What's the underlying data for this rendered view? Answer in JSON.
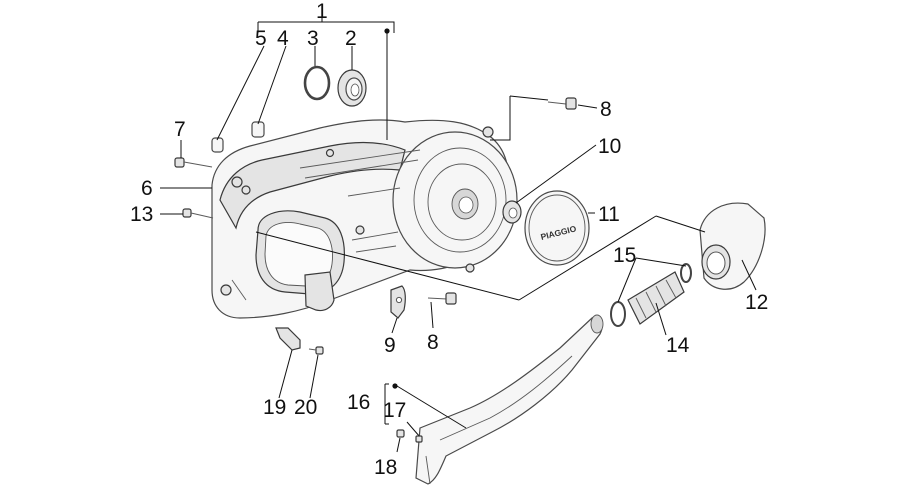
{
  "diagram": {
    "callouts": {
      "c1": "1",
      "c2": "2",
      "c3": "3",
      "c4": "4",
      "c5": "5",
      "c6": "6",
      "c7": "7",
      "c8a": "8",
      "c8b": "8",
      "c9": "9",
      "c10": "10",
      "c11": "11",
      "c12": "12",
      "c13": "13",
      "c14": "14",
      "c15": "15",
      "c16": "16",
      "c17": "17",
      "c18": "18",
      "c19": "19",
      "c20": "20"
    },
    "logo_text": "PIAGGIO"
  }
}
